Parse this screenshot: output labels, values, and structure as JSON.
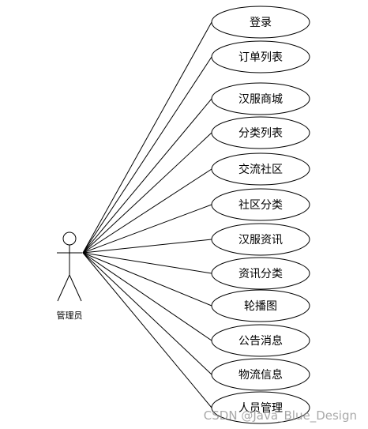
{
  "actor": {
    "label": "管理员"
  },
  "use_cases": [
    {
      "label": "登录"
    },
    {
      "label": "订单列表"
    },
    {
      "label": "汉服商城"
    },
    {
      "label": "分类列表"
    },
    {
      "label": "交流社区"
    },
    {
      "label": "社区分类"
    },
    {
      "label": "汉服资讯"
    },
    {
      "label": "资讯分类"
    },
    {
      "label": "轮播图"
    },
    {
      "label": "公告消息"
    },
    {
      "label": "物流信息"
    },
    {
      "label": "人员管理"
    }
  ],
  "watermark": "CSDN @Java_Blue_Design"
}
